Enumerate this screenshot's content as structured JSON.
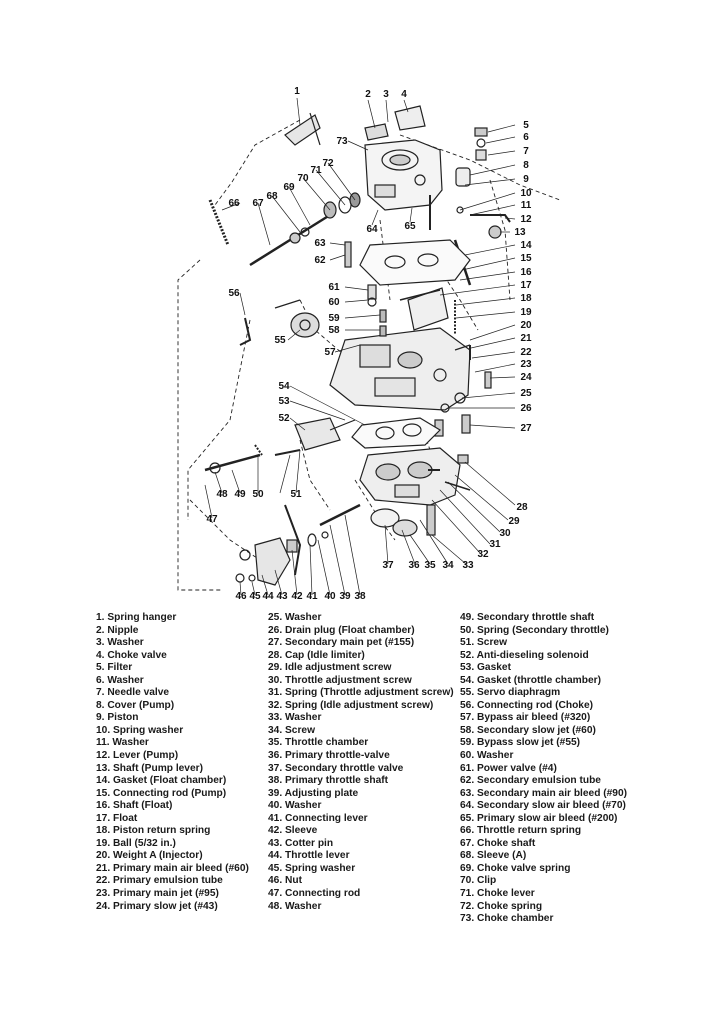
{
  "figure": {
    "callouts": [
      "1",
      "2",
      "3",
      "4",
      "5",
      "6",
      "7",
      "8",
      "9",
      "10",
      "11",
      "12",
      "13",
      "14",
      "15",
      "16",
      "17",
      "18",
      "19",
      "20",
      "21",
      "22",
      "23",
      "24",
      "25",
      "26",
      "27",
      "28",
      "29",
      "30",
      "31",
      "32",
      "33",
      "34",
      "35",
      "36",
      "37",
      "38",
      "39",
      "40",
      "41",
      "42",
      "43",
      "44",
      "45",
      "46",
      "47",
      "48",
      "49",
      "50",
      "51",
      "52",
      "53",
      "54",
      "55",
      "56",
      "57",
      "58",
      "59",
      "60",
      "61",
      "62",
      "63",
      "64",
      "65",
      "66",
      "67",
      "68",
      "69",
      "70",
      "71",
      "72",
      "73"
    ]
  },
  "legend": {
    "items": [
      "1.  Spring hanger",
      "2.  Nipple",
      "3.  Washer",
      "4.  Choke valve",
      "5.  Filter",
      "6.  Washer",
      "7.  Needle valve",
      "8.  Cover (Pump)",
      "9.  Piston",
      "10.  Spring washer",
      "11.  Washer",
      "12.  Lever (Pump)",
      "13.  Shaft (Pump lever)",
      "14.  Gasket (Float chamber)",
      "15.  Connecting rod (Pump)",
      "16.  Shaft (Float)",
      "17.  Float",
      "18.  Piston return spring",
      "19.  Ball (5/32 in.)",
      "20.  Weight A (Injector)",
      "21.  Primary main air bleed (#60)",
      "22.  Primary emulsion tube",
      "23.  Primary main jet (#95)",
      "24.  Primary slow jet (#43)",
      "25.  Washer",
      "26.  Drain plug (Float chamber)",
      "27.  Secondary main pet (#155)",
      "28.  Cap (Idle limiter)",
      "29.  Idle adjustment screw",
      "30.  Throttle adjustment screw",
      "31.  Spring (Throttle adjustment screw)",
      "32.  Spring (Idle adjustment screw)",
      "33.  Washer",
      "34.  Screw",
      "35.  Throttle chamber",
      "36.  Primary throttle-valve",
      "37.  Secondary throttle valve",
      "38.  Primary throttle shaft",
      "39.  Adjusting plate",
      "40.  Washer",
      "41.  Connecting lever",
      "42.  Sleeve",
      "43.  Cotter pin",
      "44.  Throttle lever",
      "45.  Spring washer",
      "46.  Nut",
      "47.  Connecting rod",
      "48.  Washer",
      "49.  Secondary throttle shaft",
      "50.  Spring (Secondary throttle)",
      "51.  Screw",
      "52.  Anti-dieseling solenoid",
      "53.  Gasket",
      "54.  Gasket (throttle chamber)",
      "55.  Servo diaphragm",
      "56.  Connecting rod (Choke)",
      "57.  Bypass air bleed (#320)",
      "58.  Secondary slow jet (#60)",
      "59.  Bypass slow jet (#55)",
      "60.  Washer",
      "61.  Power valve (#4)",
      "62.  Secondary emulsion tube",
      "63.  Secondary main air bleed (#90)",
      "64.  Secondary slow air bleed (#70)",
      "65.  Primary slow air bleed (#200)",
      "66.  Throttle return spring",
      "67.  Choke shaft",
      "68.  Sleeve (A)",
      "69.  Choke valve spring",
      "70.  Clip",
      "71.  Choke lever",
      "72.  Choke spring",
      "73.  Choke chamber"
    ]
  }
}
